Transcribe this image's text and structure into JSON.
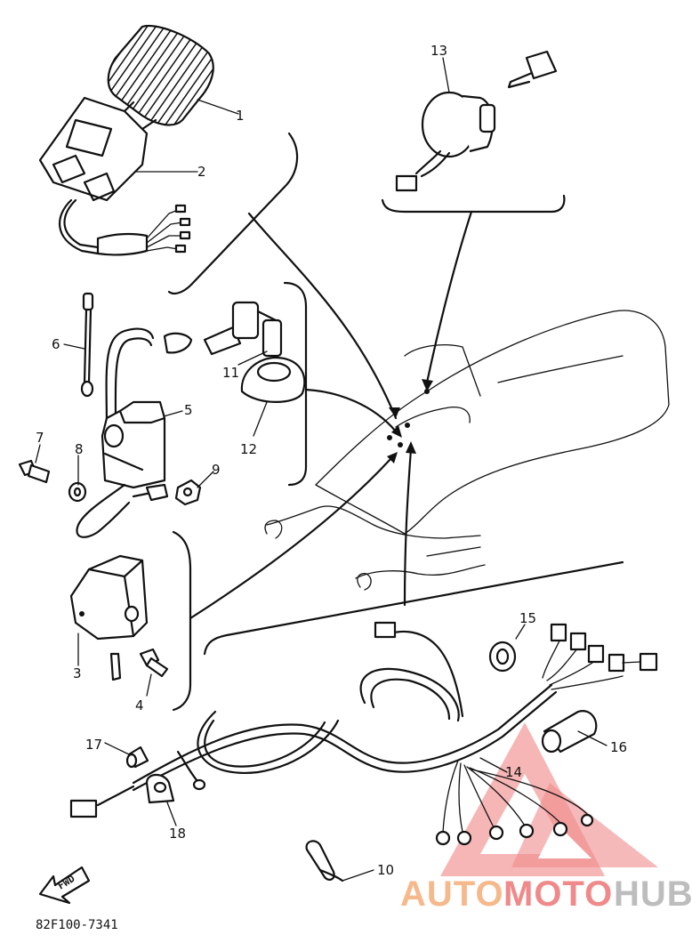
{
  "diagram_code": "82F100-7341",
  "fwd_label": "FWD",
  "watermark": {
    "part1": "AUTO",
    "part2": "MOTO",
    "part3": "HUB"
  },
  "parts": [
    {
      "id": "1",
      "label": "1"
    },
    {
      "id": "2",
      "label": "2"
    },
    {
      "id": "3",
      "label": "3"
    },
    {
      "id": "4",
      "label": "4"
    },
    {
      "id": "5",
      "label": "5"
    },
    {
      "id": "6",
      "label": "6"
    },
    {
      "id": "7",
      "label": "7"
    },
    {
      "id": "8",
      "label": "8"
    },
    {
      "id": "9",
      "label": "9"
    },
    {
      "id": "10",
      "label": "10"
    },
    {
      "id": "11",
      "label": "11"
    },
    {
      "id": "12",
      "label": "12"
    },
    {
      "id": "13",
      "label": "13"
    },
    {
      "id": "14",
      "label": "14"
    },
    {
      "id": "15",
      "label": "15"
    },
    {
      "id": "16",
      "label": "16"
    },
    {
      "id": "17",
      "label": "17"
    },
    {
      "id": "18",
      "label": "18"
    }
  ]
}
